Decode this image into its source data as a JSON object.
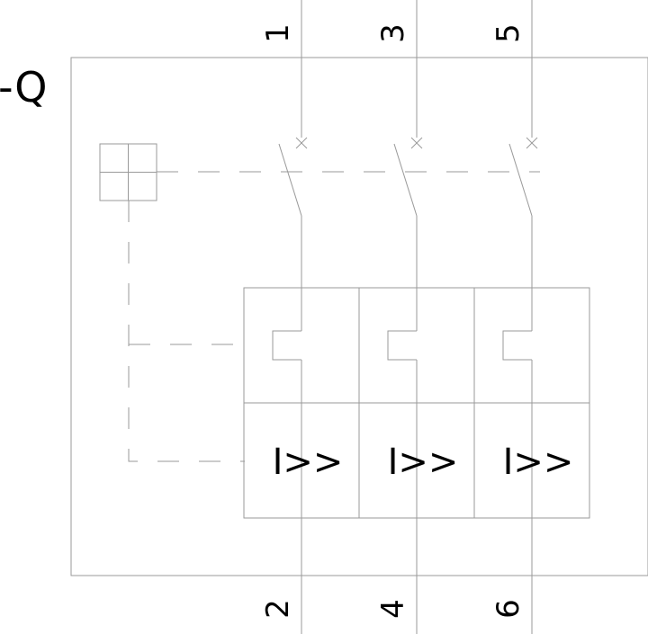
{
  "device_ref": "-Q",
  "terminals_top": [
    "1",
    "3",
    "5"
  ],
  "terminals_bottom": [
    "2",
    "4",
    "6"
  ],
  "trip_labels": [
    "I>>",
    "I>>",
    "I>>"
  ],
  "colors": {
    "line": "#9a9a9a",
    "text": "#000000",
    "background": "#ffffff"
  }
}
